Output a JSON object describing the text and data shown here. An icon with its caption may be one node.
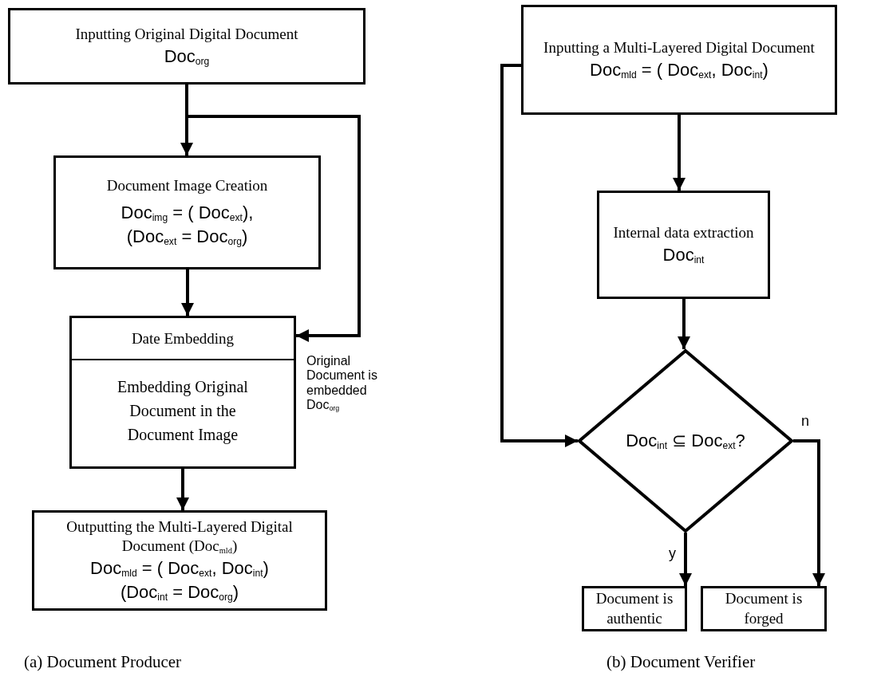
{
  "diagram": {
    "nodes": [
      {
        "text": [
          "Inputting Original Digital Document",
          "Doc$_{org}$"
        ]
      },
      {
        "text": [
          "Document Image Creation",
          "Doc$_{img}$ = ( Doc$_{ext}$), (Doc$_{ext}$ = Doc$_{org}$)"
        ]
      },
      {
        "text": [
          "Date Embedding",
          "Embedding Original Document in the Document Image"
        ]
      },
      {
        "text": [
          "Outputting the Multi-Layered Digital Document (Doc$_{mld}$)",
          "Doc$_{mld}$ = ( Doc$_{ext}$, Doc$_{int}$)",
          "(Doc$_{int}$ = Doc$_{org}$)"
        ]
      },
      {
        "text": [
          "Inputting a Multi-Layered Digital Document",
          "Doc$_{mld}$ = ( Doc$_{ext}$, Doc$_{int}$)"
        ]
      },
      {
        "text": [
          "Internal data extraction",
          "Doc$_{int}$"
        ]
      },
      {
        "text": [
          "Doc$_{int}$ ⊆ Doc$_{ext}$?"
        ]
      },
      {
        "text": [
          "Document is authentic"
        ]
      },
      {
        "text": [
          "Document is forged"
        ]
      }
    ],
    "edges": [
      {
        "from": 0,
        "to": 1,
        "arrow": "to"
      },
      {
        "from": 0,
        "to": 2,
        "arrow": "to",
        "label": "Original Document is embedded Doc$_{org}$"
      },
      {
        "from": 1,
        "to": 2,
        "arrow": "to"
      },
      {
        "from": 2,
        "to": 3,
        "arrow": "to"
      },
      {
        "from": 4,
        "to": 5,
        "arrow": "to"
      },
      {
        "from": 5,
        "to": 6,
        "arrow": "to"
      },
      {
        "from": 4,
        "to": 6,
        "arrow": "to"
      },
      {
        "from": 6,
        "to": 7,
        "arrow": "to",
        "label": "y"
      },
      {
        "from": 6,
        "to": 8,
        "arrow": "to",
        "label": "n"
      }
    ],
    "labels": [
      "(a) Document Producer",
      "(b) Document Verifier"
    ]
  }
}
